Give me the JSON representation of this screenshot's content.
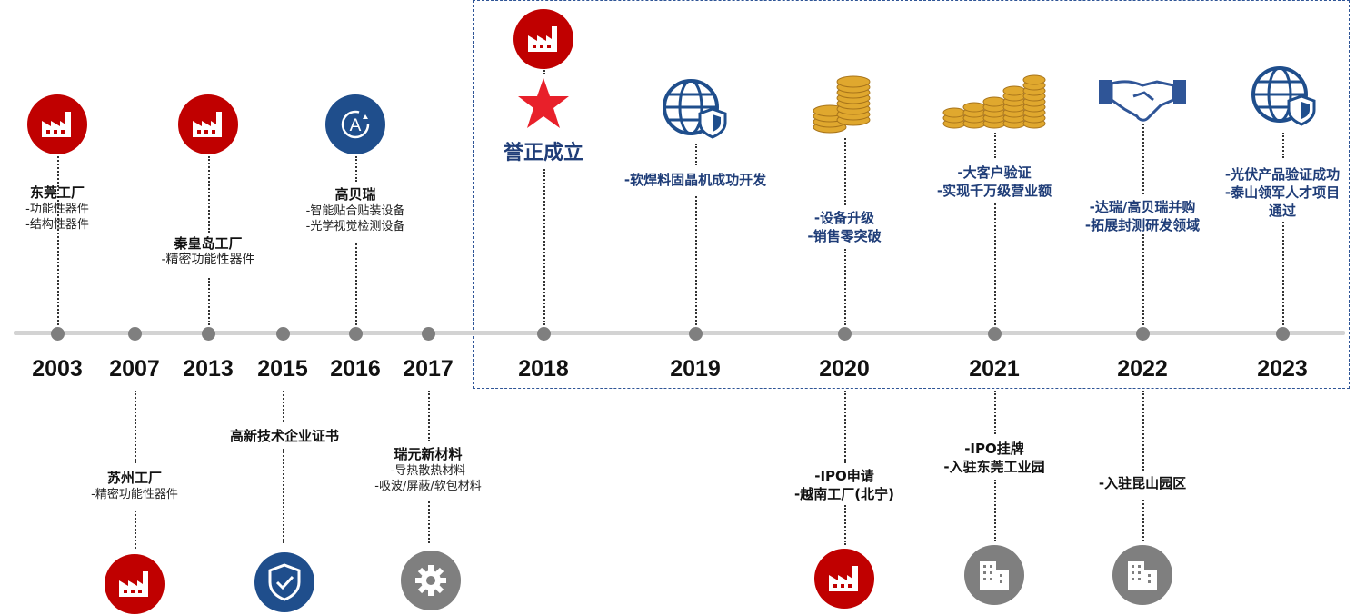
{
  "milestones": [
    {
      "year": "2003",
      "title": "东莞工厂",
      "lines": [
        "-功能性器件",
        "-结构性器件"
      ]
    },
    {
      "year": "2007",
      "title": "苏州工厂",
      "lines": [
        "-精密功能性器件"
      ]
    },
    {
      "year": "2013",
      "title": "秦皇岛工厂",
      "lines": [
        "-精密功能性器件"
      ]
    },
    {
      "year": "2015",
      "title": "高新技术企业证书",
      "lines": []
    },
    {
      "year": "2016",
      "title": "高贝瑞",
      "lines": [
        "-智能贴合贴装设备",
        "-光学视觉检测设备"
      ]
    },
    {
      "year": "2017",
      "title": "瑞元新材料",
      "lines": [
        "-导热散热材料",
        "-吸波/屏蔽/软包材料"
      ]
    },
    {
      "year": "2018",
      "title": "誉正成立",
      "lines": []
    },
    {
      "year": "2019",
      "top": [
        "-软焊料固晶机成功开发"
      ]
    },
    {
      "year": "2020",
      "top": [
        "-设备升级",
        "-销售零突破"
      ],
      "bottom": [
        "-IPO申请",
        "-越南工厂(北宁)"
      ]
    },
    {
      "year": "2021",
      "top": [
        "-大客户验证",
        "-实现千万级营业额"
      ],
      "bottom": [
        "-IPO挂牌",
        "-入驻东莞工业园"
      ]
    },
    {
      "year": "2022",
      "top": [
        "-达瑞/高贝瑞并购",
        "-拓展封测研发领域"
      ],
      "bottom": [
        "-入驻昆山园区"
      ]
    },
    {
      "year": "2023",
      "top": [
        "-光伏产品验证成功",
        "-泰山领军人才项目",
        "通过"
      ]
    }
  ],
  "icons": {
    "factory": "factory-icon",
    "automation": "automation-a-icon",
    "star": "star-icon",
    "globe_shield": "globe-shield-icon",
    "coins": "gold-coins-icon",
    "handshake": "handshake-icon",
    "certificate": "shield-check-icon",
    "gear": "gear-icon",
    "building": "building-icon"
  },
  "colors": {
    "red": "#c00000",
    "navy": "#1f4e8c",
    "gray": "#7f7f7f",
    "axis": "#d3d3d3",
    "box_border": "#2f5597",
    "blue_text": "#1f3d78"
  }
}
